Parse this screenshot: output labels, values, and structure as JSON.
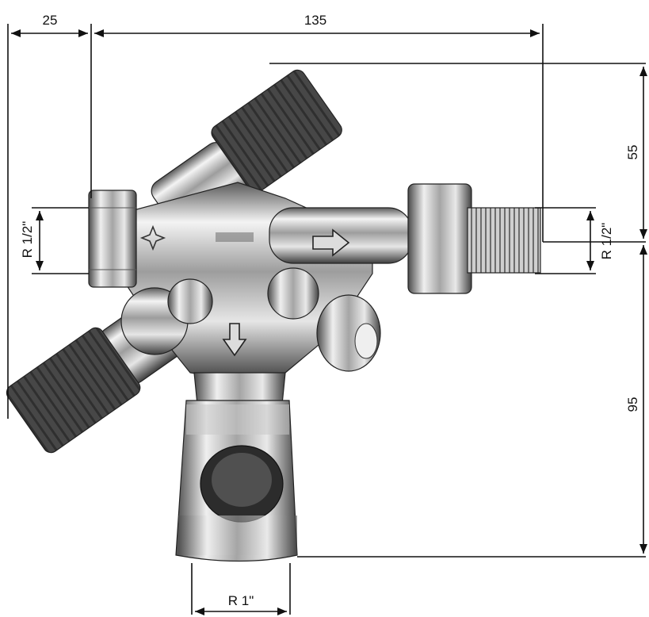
{
  "dimensions": {
    "top_left_width": "25",
    "top_main_width": "135",
    "right_upper_height": "55",
    "right_lower_height": "95",
    "left_thread": "R 1/2\"",
    "right_thread": "R 1/2\"",
    "bottom_thread": "R 1\""
  },
  "colors": {
    "metal_light": "#f2f2f2",
    "metal_mid": "#b9b9b9",
    "metal_dark": "#3a3a3a",
    "knob": "#4a4a4a",
    "line": "#111111"
  },
  "icons": {
    "flow_arrow_right": "outlined-right-arrow",
    "flow_arrow_down": "outlined-down-arrow",
    "logo_mark": "cross-star-mark"
  }
}
